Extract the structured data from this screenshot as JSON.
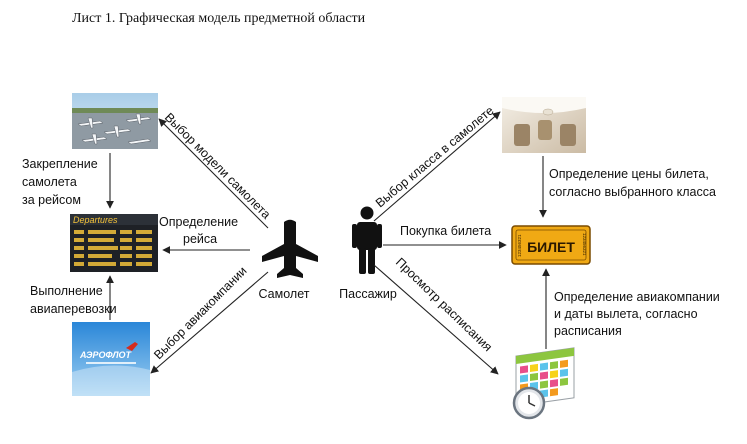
{
  "title": "Лист 1. Графическая модель предметной области",
  "nodes": {
    "airplane": "Самолет",
    "passenger": "Пассажир",
    "ticket": "БИЛЕТ",
    "ticket_number": "123456321",
    "board_header": "Departures",
    "airline_logo": "АЭРОФЛОТ"
  },
  "edges": {
    "model_choice": "Выбор модели самолета",
    "route_definition": [
      "Определение",
      "рейса"
    ],
    "airline_choice": "Выбор авиакомпании",
    "assign_to_flight": [
      "Закрепление",
      "самолета",
      "за рейсом"
    ],
    "perform_flight": [
      "Выполнение",
      "авиаперевозки"
    ],
    "class_choice": "Выбор класса в самолете",
    "ticket_purchase": "Покупка билета",
    "schedule_view": "Просмотр расписания",
    "ticket_price": [
      "Определение цены билета,",
      "согласно выбранного класса"
    ],
    "airline_and_date": [
      "Определение авиакомпании",
      "и даты вылета, согласно",
      "расписания"
    ]
  },
  "colors": {
    "sky": "#b9d7ee",
    "tarmac": "#8f9aa3",
    "board_bg": "#1e2126",
    "board_text": "#f3c23a",
    "ticket_gold": "#f0a914",
    "ticket_border": "#7a4b00",
    "aeroflot_blue": "#1d7ad0",
    "aeroflot_red": "#d52b1e",
    "glyph": "#111111"
  }
}
